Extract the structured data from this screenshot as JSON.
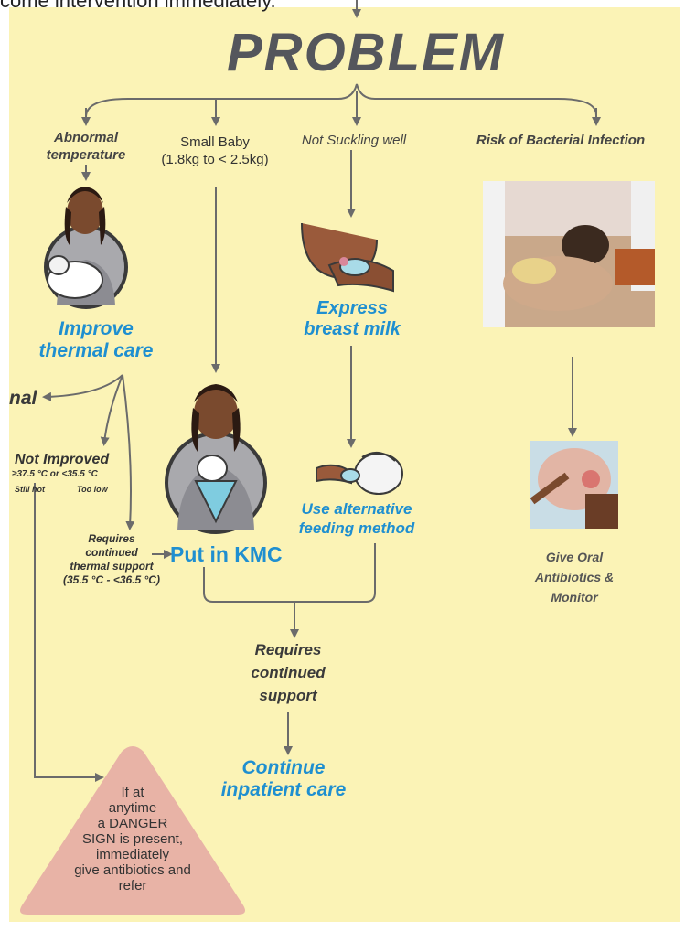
{
  "header": {
    "cut_text": "come intervention immediately.",
    "title": "PROBLEM"
  },
  "branches": {
    "abnormal_temp": "Abnormal temperature",
    "small_baby_line1": "Small Baby",
    "small_baby_line2": "(1.8kg to < 2.5kg)",
    "not_suckling": "Not Suckling well",
    "bacterial": "Risk of Bacterial Infection"
  },
  "actions": {
    "thermal_line1": "Improve",
    "thermal_line2": "thermal care",
    "express_line1": "Express",
    "express_line2": "breast milk",
    "alt_feed_line1": "Use alternative",
    "alt_feed_line2": "feeding method",
    "kmc": "Put in KMC",
    "normal_cut": "nal",
    "antibiotics_line1": "Give Oral",
    "antibiotics_line2": "Antibiotics &",
    "antibiotics_line3": "Monitor"
  },
  "thermal_outcomes": {
    "not_improved": "Not Improved",
    "temps": "≥37.5 °C or <35.5 °C",
    "still_hot": "Still hot",
    "too_low": "Too low",
    "requires_line1": "Requires",
    "requires_line2": "continued",
    "requires_line3": "thermal support",
    "requires_range": "(35.5 °C - <36.5 °C)"
  },
  "bottom": {
    "requires_line1": "Requires",
    "requires_line2": "continued",
    "requires_line3": "support",
    "continue_line1": "Continue",
    "continue_line2": "inpatient care"
  },
  "danger": {
    "line1": "If at",
    "line2": "anytime",
    "line3": "a DANGER",
    "line4": "SIGN is present,",
    "line5": "immediately",
    "line6": "give antibiotics and",
    "line7": "refer"
  },
  "colors": {
    "background": "#fbf3b6",
    "accent_blue": "#1f8fd0",
    "arrow": "#6b6b6b",
    "danger_fill": "#e8b3a6"
  },
  "icons": [
    "mother-holding-baby-icon",
    "hand-expressing-milk-icon",
    "baby-feeding-icon",
    "mother-kmc-icon",
    "clinician-examining-baby-photo",
    "baby-oral-medicine-photo"
  ]
}
